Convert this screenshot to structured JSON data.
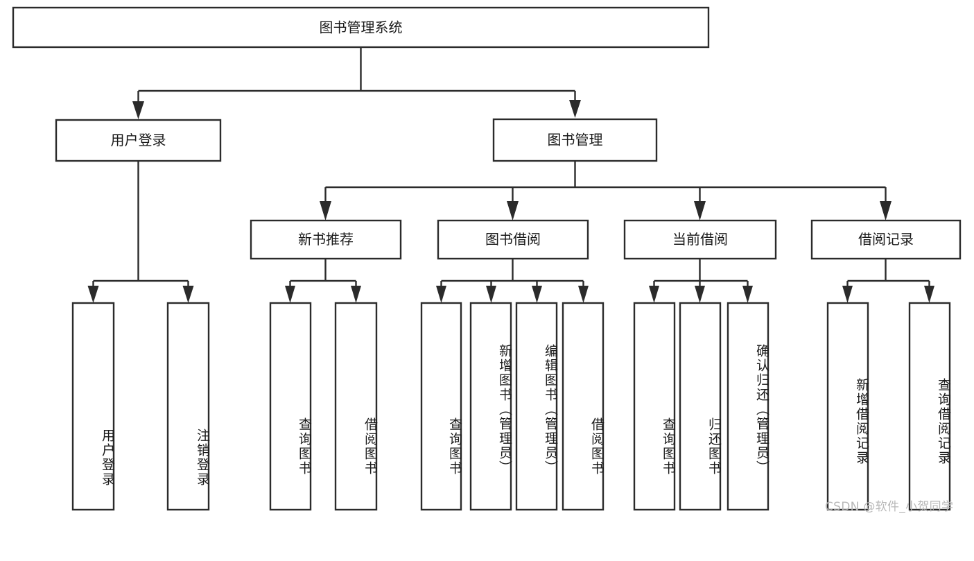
{
  "title": "图书管理系统",
  "watermark": "CSDN @软件_小贺同学",
  "colors": {
    "box_border": "#2b2b2b",
    "box_fill": "#ffffff",
    "text": "#1a1a1a",
    "connector": "#2b2b2b",
    "watermark": "#b8b8b8",
    "background": "#ffffff"
  },
  "chart_data": {
    "type": "diagram",
    "diagram_type": "tree",
    "title": "图书管理系统",
    "orientation": "top-down",
    "levels": 4,
    "root": {
      "label": "图书管理系统",
      "children": [
        {
          "label": "用户登录",
          "children": [
            {
              "label": "用户登录"
            },
            {
              "label": "注销登录"
            }
          ]
        },
        {
          "label": "图书管理",
          "children": [
            {
              "label": "新书推荐",
              "children": [
                {
                  "label": "查询图书"
                },
                {
                  "label": "借阅图书"
                }
              ]
            },
            {
              "label": "图书借阅",
              "children": [
                {
                  "label": "查询图书"
                },
                {
                  "label": "新增图书（管理员）"
                },
                {
                  "label": "编辑图书（管理员）"
                },
                {
                  "label": "借阅图书"
                }
              ]
            },
            {
              "label": "当前借阅",
              "children": [
                {
                  "label": "查询图书"
                },
                {
                  "label": "归还图书"
                },
                {
                  "label": "确认归还（管理员）"
                }
              ]
            },
            {
              "label": "借阅记录",
              "children": [
                {
                  "label": "新增借阅记录"
                },
                {
                  "label": "查询借阅记录"
                }
              ]
            }
          ]
        }
      ]
    }
  },
  "nodes": {
    "root": {
      "label": "图书管理系统"
    },
    "l2": [
      {
        "label": "用户登录"
      },
      {
        "label": "图书管理"
      }
    ],
    "l3": [
      {
        "label": "新书推荐"
      },
      {
        "label": "图书借阅"
      },
      {
        "label": "当前借阅"
      },
      {
        "label": "借阅记录"
      }
    ],
    "leaves": [
      {
        "label": "用户登录"
      },
      {
        "label": "注销登录"
      },
      {
        "label": "查询图书"
      },
      {
        "label": "借阅图书"
      },
      {
        "label": "查询图书"
      },
      {
        "label": "新增图书（管理员）"
      },
      {
        "label": "编辑图书（管理员）"
      },
      {
        "label": "借阅图书"
      },
      {
        "label": "查询图书"
      },
      {
        "label": "归还图书"
      },
      {
        "label": "确认归还（管理员）"
      },
      {
        "label": "新增借阅记录"
      },
      {
        "label": "查询借阅记录"
      }
    ]
  }
}
